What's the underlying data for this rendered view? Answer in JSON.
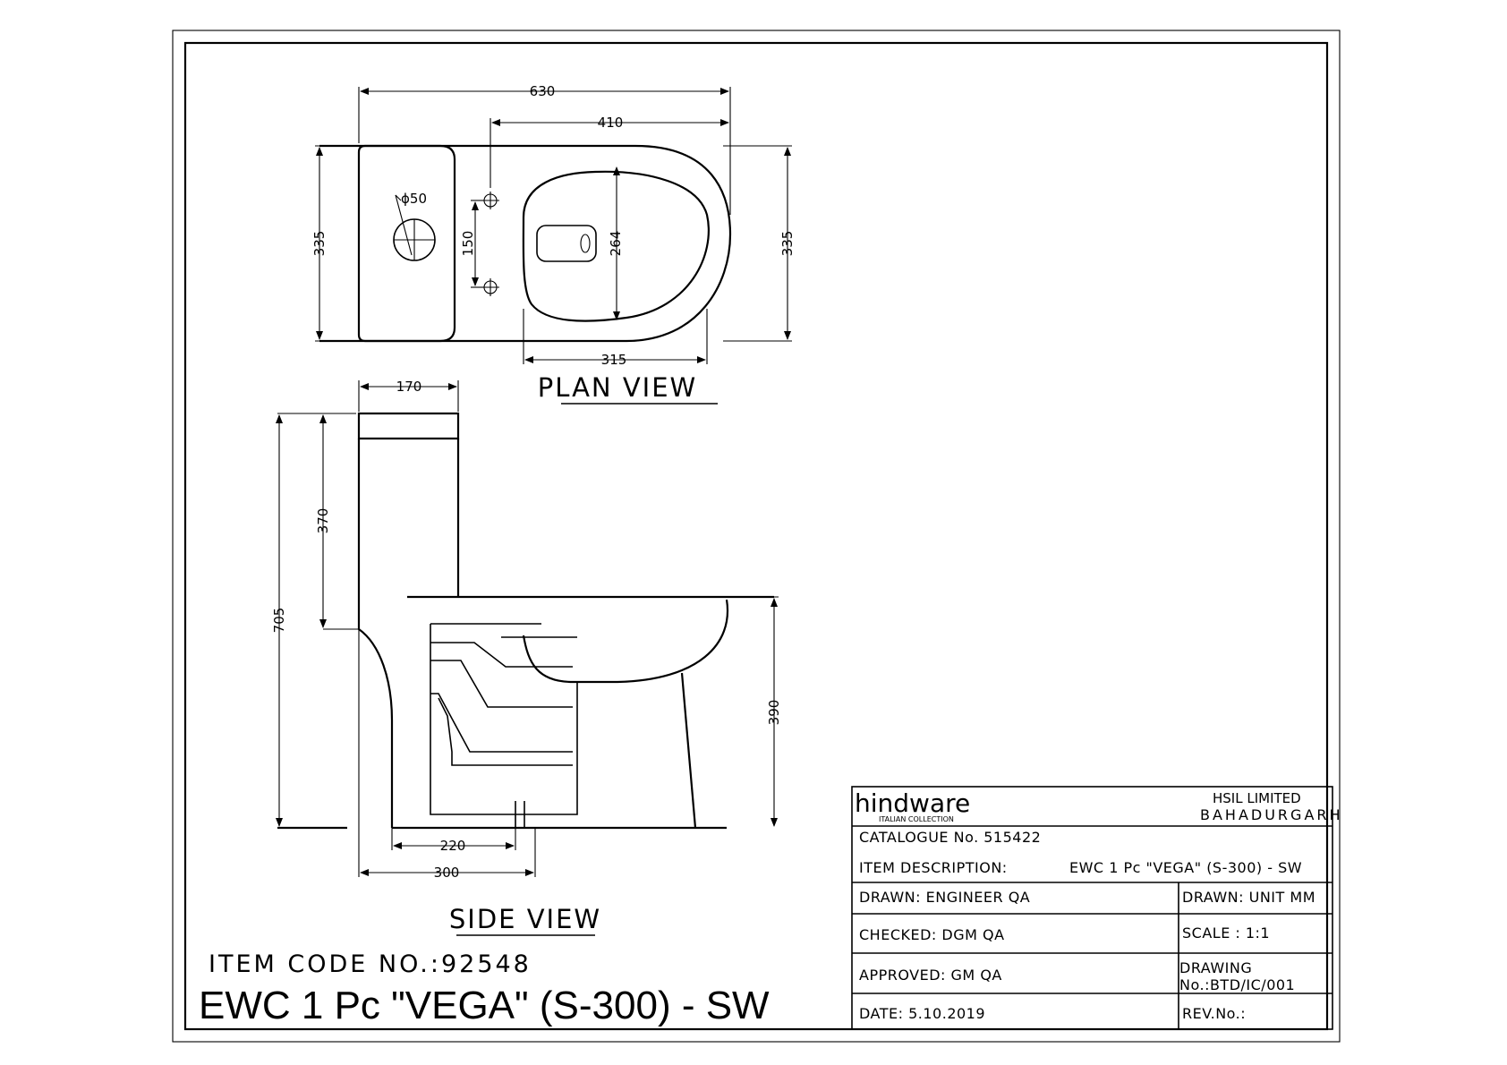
{
  "plan_view": {
    "title": "PLAN VIEW",
    "dims": {
      "overall_length": "630",
      "pan_length": "410",
      "width_left": "335",
      "width_right": "335",
      "hole_spacing": "150",
      "seat_width": "264",
      "seat_length": "315",
      "hole_dia": "ϕ50"
    }
  },
  "side_view": {
    "title": "SIDE VIEW",
    "dims": {
      "tank_depth": "170",
      "tank_height": "370",
      "overall_height": "705",
      "bowl_height": "390",
      "outlet_distance": "220",
      "base_length": "300"
    }
  },
  "item": {
    "code": "ITEM CODE NO.:92548",
    "name": "EWC 1 Pc \"VEGA\" (S-300) - SW"
  },
  "title_block": {
    "brand": "hindware",
    "brand_sub": "ITALIAN COLLECTION",
    "company": "HSIL LIMITED",
    "location": "BAHADURGARH",
    "catalogue": "CATALOGUE No. 515422",
    "item_desc_label": "ITEM DESCRIPTION:",
    "item_desc_value": "EWC 1 Pc \"VEGA\" (S-300) - SW",
    "drawn": "DRAWN: ENGINEER QA",
    "drawn_unit": "DRAWN: UNIT MM",
    "checked": "CHECKED: DGM QA",
    "scale": "SCALE : 1:1",
    "approved": "APPROVED: GM QA",
    "drawing_label": "DRAWING",
    "drawing_no": "No.:BTD/IC/001",
    "date": "DATE: 5.10.2019",
    "rev": "REV.No.:"
  }
}
